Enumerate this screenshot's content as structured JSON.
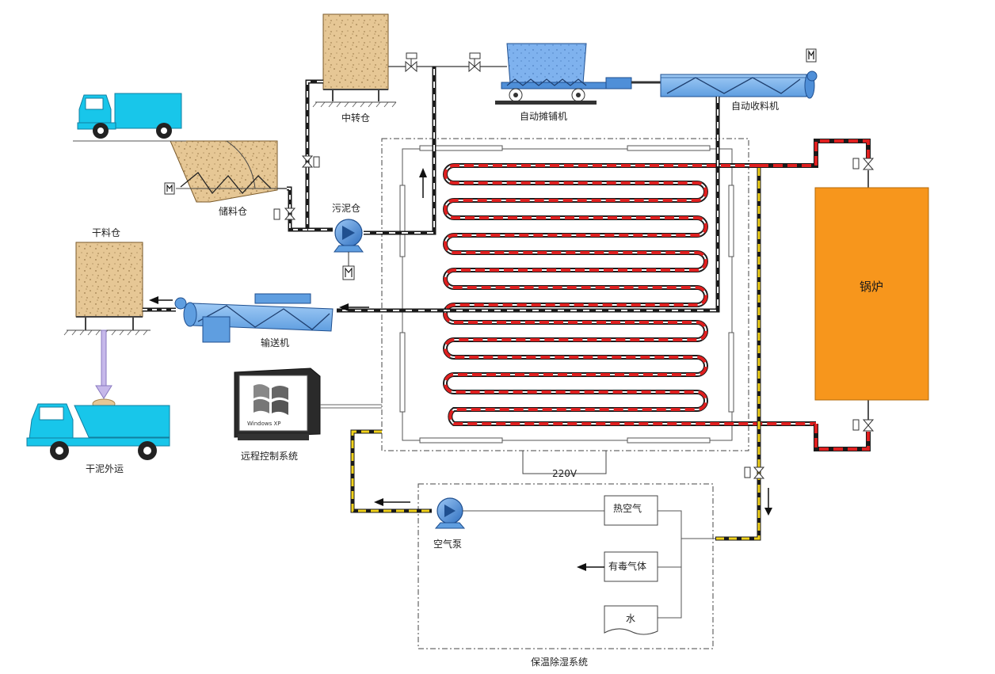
{
  "labels": {
    "transfer_bin": "中转仓",
    "auto_spreader": "自动摊铺机",
    "auto_collector": "自动收料机",
    "storage_bin": "储料仓",
    "sludge_bin": "污泥仓",
    "dry_bin": "干料仓",
    "conveyor": "输送机",
    "dry_sludge_out": "干泥外运",
    "remote_control": "远程控制系统",
    "voltage": "220V",
    "air_pump": "空气泵",
    "hot_air": "热空气",
    "toxic_gas": "有毒气体",
    "water": "水",
    "insulation_system": "保温除湿系统",
    "boiler": "锅炉",
    "monitor_logo": "Windows XP"
  },
  "colors": {
    "hot_pipe": "#e02020",
    "yellow_pipe": "#f2d21a",
    "dark_pipe": "#1a1a1a",
    "boiler": "#f7961c",
    "blue_equipment": "#7fb6ea",
    "truck_cyan": "#18c6ea",
    "sand": "#e3c28f"
  },
  "icons": [
    "motor-icon",
    "valve-icon",
    "pump-icon",
    "arrow-icon",
    "truck-icon",
    "monitor-icon"
  ]
}
